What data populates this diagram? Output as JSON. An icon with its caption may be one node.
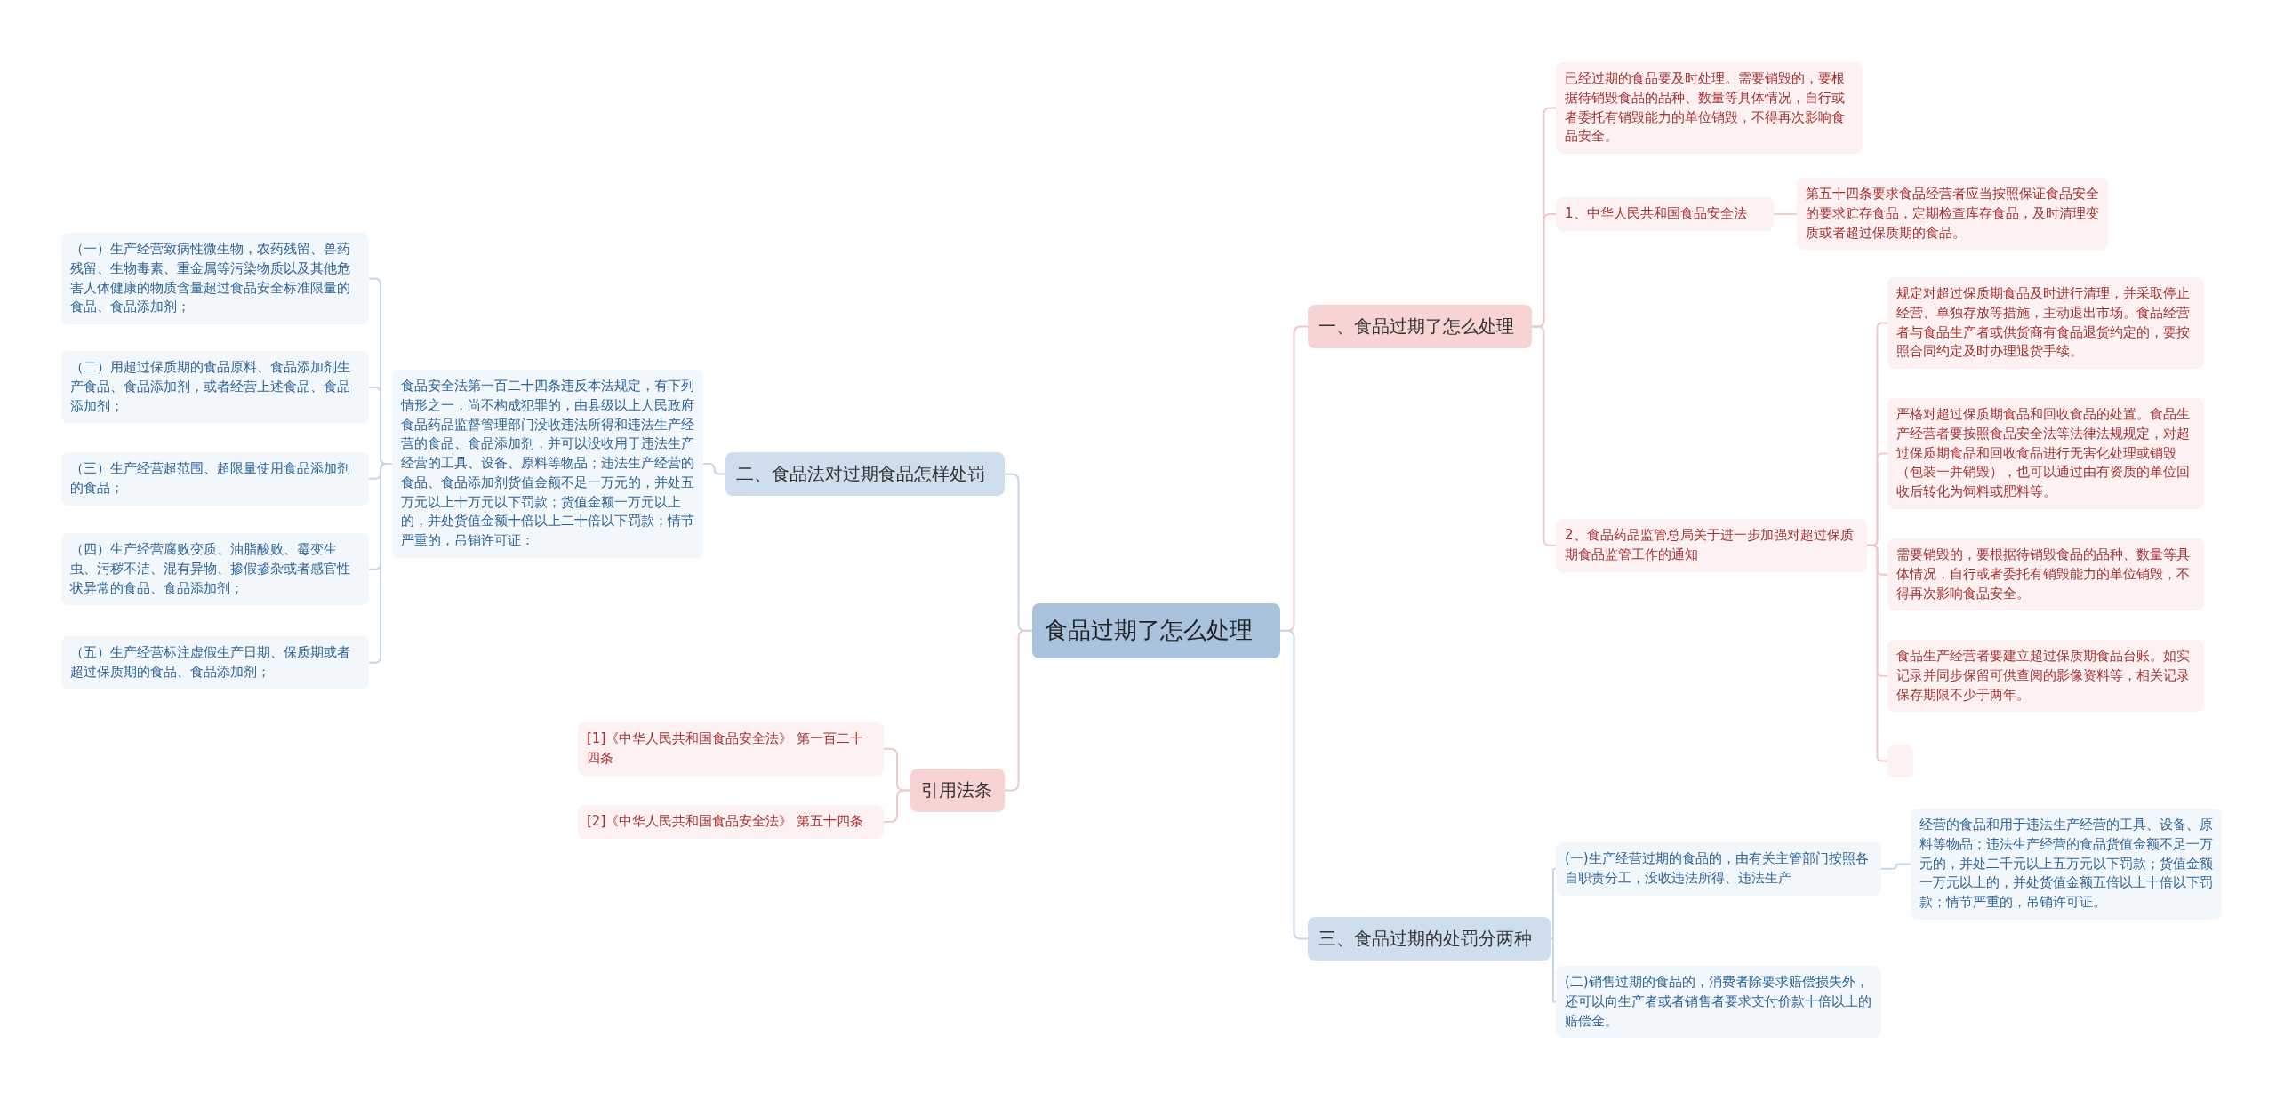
{
  "diagram": {
    "nodes": [
      {
        "text": [
          "食品过期了怎么处理"
        ]
      },
      {
        "text": [
          "一、食品过期了怎么处理"
        ]
      },
      {
        "text": [
          "已经过期的食品要及时处理。需要销毁的，要根据待销毁食品的品种、数量等具体情况，自行或者委托有销毁能力的单位销毁，不得再次影响食品安全。"
        ]
      },
      {
        "text": [
          "1、中华人民共和国食品安全法"
        ]
      },
      {
        "text": [
          "第五十四条要求食品经营者应当按照保证食品安全的要求贮存食品，定期检查库存食品，及时清理变质或者超过保质期的食品。"
        ]
      },
      {
        "text": [
          "2、食品药品监管总局关于进一步加强对超过保质期食品监管工作的通知"
        ]
      },
      {
        "text": [
          "规定对超过保质期食品及时进行清理，并采取停止经营、单独存放等措施，主动退出市场。食品经营者与食品生产者或供货商有食品退货约定的，要按照合同约定及时办理退货手续。"
        ]
      },
      {
        "text": [
          "严格对超过保质期食品和回收食品的处置。食品生产经营者要按照食品安全法等法律法规规定，对超过保质期食品和回收食品进行无害化处理或销毁（包装一并销毁），也可以通过由有资质的单位回收后转化为饲料或肥料等。"
        ]
      },
      {
        "text": [
          "需要销毁的，要根据待销毁食品的品种、数量等具体情况，自行或者委托有销毁能力的单位销毁，不得再次影响食品安全。"
        ]
      },
      {
        "text": [
          "食品生产经营者要建立超过保质期食品台账。如实记录并同步保留可供查阅的影像资料等，相关记录保存期限不少于两年。"
        ]
      },
      {
        "text": [],
        "shape": "box"
      },
      {
        "text": [
          "三、食品过期的处罚分两种"
        ]
      },
      {
        "text": [
          "(一)生产经营过期的食品的，由有关主管部门按照各自职责分工，没收违法所得、违法生产"
        ]
      },
      {
        "text": [
          "经营的食品和用于违法生产经营的工具、设备、原料等物品；违法生产经营的食品货值金额不足一万元的，并处二千元以上五万元以下罚款；货值金额一万元以上的，并处货值金额五倍以上十倍以下罚款；情节严重的，吊销许可证。"
        ]
      },
      {
        "text": [
          "(二)销售过期的食品的，消费者除要求赔偿损失外，还可以向生产者或者销售者要求支付价款十倍以上的赔偿金。"
        ]
      },
      {
        "text": [
          "二、食品法对过期食品怎样处罚"
        ]
      },
      {
        "text": [
          "食品安全法第一百二十四条违反本法规定，有下列情形之一，尚不构成犯罪的，由县级以上人民政府食品药品监督管理部门没收违法所得和违法生产经营的食品、食品添加剂，并可以没收用于违法生产经营的工具、设备、原料等物品；违法生产经营的食品、食品添加剂货值金额不足一万元的，并处五万元以上十万元以下罚款；货值金额一万元以上的，并处货值金额十倍以上二十倍以下罚款；情节严重的，吊销许可证："
        ]
      },
      {
        "text": [
          "（一）生产经营致病性微生物，农药残留、兽药残留、生物毒素、重金属等污染物质以及其他危害人体健康的物质含量超过食品安全标准限量的食品、食品添加剂；"
        ]
      },
      {
        "text": [
          "（二）用超过保质期的食品原料、食品添加剂生产食品、食品添加剂，或者经营上述食品、食品添加剂；"
        ]
      },
      {
        "text": [
          "（三）生产经营超范围、超限量使用食品添加剂的食品；"
        ]
      },
      {
        "text": [
          "（四）生产经营腐败变质、油脂酸败、霉变生虫、污秽不洁、混有异物、掺假掺杂或者感官性状异常的食品、食品添加剂；"
        ]
      },
      {
        "text": [
          "（五）生产经营标注虚假生产日期、保质期或者超过保质期的食品、食品添加剂；"
        ]
      },
      {
        "text": [
          "引用法条"
        ]
      },
      {
        "text": [
          "[1]《中华人民共和国食品安全法》 第一百二十四条"
        ]
      },
      {
        "text": [
          "[2]《中华人民共和国食品安全法》 第五十四条"
        ]
      }
    ],
    "edges": [
      {
        "from": 0,
        "to": 1,
        "arrow": "none"
      },
      {
        "from": 1,
        "to": 2,
        "arrow": "none"
      },
      {
        "from": 1,
        "to": 3,
        "arrow": "none"
      },
      {
        "from": 3,
        "to": 4,
        "arrow": "none"
      },
      {
        "from": 1,
        "to": 5,
        "arrow": "none"
      },
      {
        "from": 5,
        "to": 6,
        "arrow": "none"
      },
      {
        "from": 5,
        "to": 7,
        "arrow": "none"
      },
      {
        "from": 5,
        "to": 8,
        "arrow": "none"
      },
      {
        "from": 5,
        "to": 9,
        "arrow": "none"
      },
      {
        "from": 5,
        "to": 10,
        "arrow": "none"
      },
      {
        "from": 0,
        "to": 11,
        "arrow": "none",
        "color": "#c6d7e8"
      },
      {
        "from": 11,
        "to": 12,
        "arrow": "none",
        "color": "#c6d7e8"
      },
      {
        "from": 12,
        "to": 13,
        "arrow": "none",
        "color": "#c6d7e8"
      },
      {
        "from": 11,
        "to": 14,
        "arrow": "none",
        "color": "#c6d7e8"
      },
      {
        "from": 0,
        "to": 15,
        "arrow": "none",
        "color": "#c6d7e8"
      },
      {
        "from": 15,
        "to": 16,
        "arrow": "none",
        "color": "#c6d7e8"
      },
      {
        "from": 16,
        "to": 17,
        "arrow": "none",
        "color": "#c6d7e8"
      },
      {
        "from": 16,
        "to": 18,
        "arrow": "none",
        "color": "#c6d7e8"
      },
      {
        "from": 16,
        "to": 19,
        "arrow": "none",
        "color": "#c6d7e8"
      },
      {
        "from": 16,
        "to": 20,
        "arrow": "none",
        "color": "#c6d7e8"
      },
      {
        "from": 16,
        "to": 21,
        "arrow": "none",
        "color": "#c6d7e8"
      },
      {
        "from": 0,
        "to": 22,
        "arrow": "none"
      },
      {
        "from": 22,
        "to": 23,
        "arrow": "none"
      },
      {
        "from": 22,
        "to": 24,
        "arrow": "none"
      }
    ]
  }
}
